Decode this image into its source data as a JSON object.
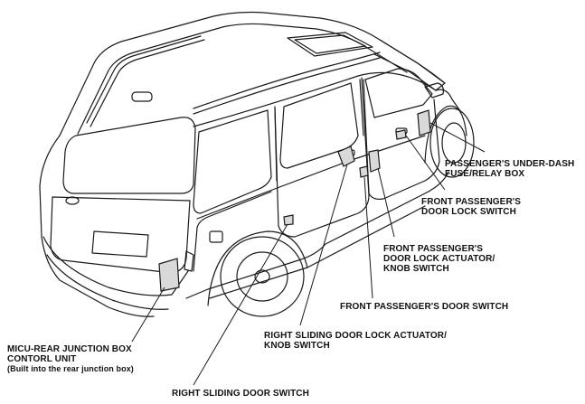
{
  "labels": {
    "fuse_relay_box": [
      "PASSENGER'S UNDER-DASH",
      "FUSE/RELAY BOX"
    ],
    "front_lock_switch": [
      "FRONT PASSENGER'S",
      "DOOR LOCK SWITCH"
    ],
    "front_lock_actuator": [
      "FRONT PASSENGER'S",
      "DOOR LOCK ACTUATOR/",
      "KNOB SWITCH"
    ],
    "front_door_switch": [
      "FRONT PASSENGER'S DOOR SWITCH"
    ],
    "sliding_lock_actuator": [
      "RIGHT SLIDING DOOR LOCK ACTUATOR/",
      "KNOB SWITCH"
    ],
    "micu": [
      "MICU-REAR JUNCTION BOX",
      "CONTORL UNIT",
      "(Built into the rear junction box)"
    ],
    "sliding_door_switch": [
      "RIGHT SLIDING DOOR SWITCH"
    ]
  },
  "colors": {
    "line": "#1a1a1a",
    "text": "#111111",
    "background": "#ffffff"
  }
}
